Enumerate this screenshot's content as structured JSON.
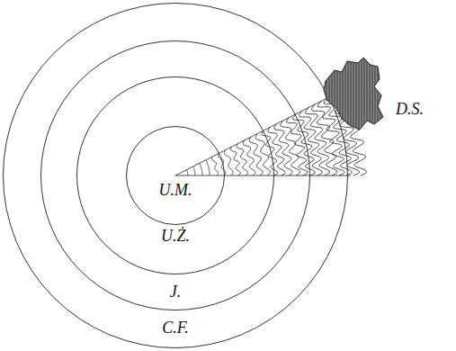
{
  "diagram": {
    "nodes": [
      {
        "text": [
          "C.F."
        ]
      },
      {
        "text": [
          "J."
        ],
        "in": 0
      },
      {
        "text": [
          "U.Ż."
        ],
        "in": 1
      },
      {
        "text": [
          "U.M."
        ],
        "in": 2
      },
      {
        "text": [
          "D.S."
        ]
      }
    ]
  }
}
